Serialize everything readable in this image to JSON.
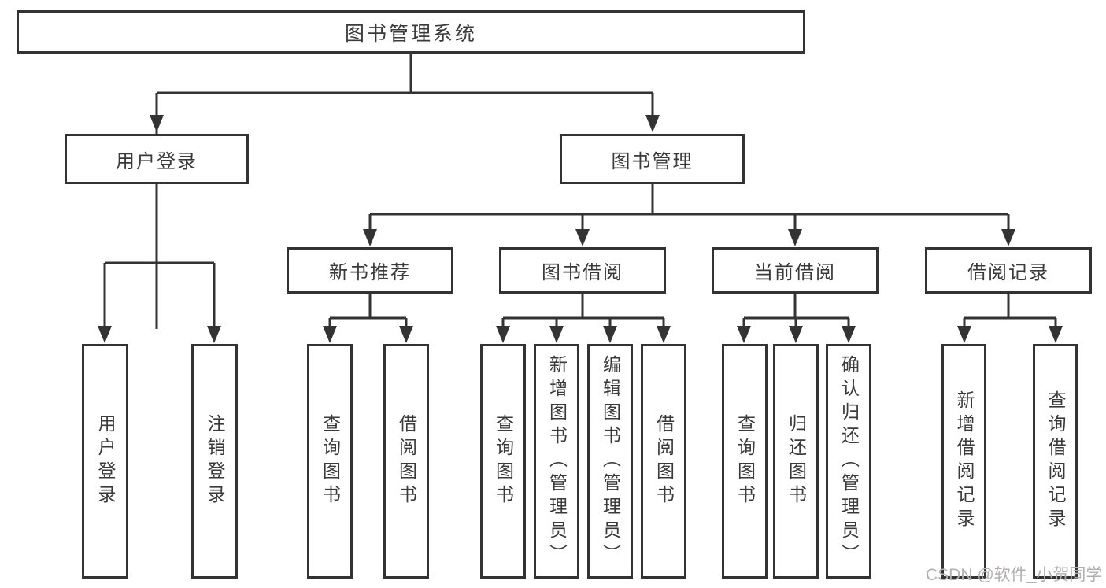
{
  "tree": {
    "label": "图书管理系统",
    "children": [
      {
        "label": "用户登录",
        "children": [
          {
            "label": "用户登录"
          },
          {
            "label": "注销登录"
          }
        ]
      },
      {
        "label": "图书管理",
        "children": [
          {
            "label": "新书推荐",
            "children": [
              {
                "label": "查询图书"
              },
              {
                "label": "借阅图书"
              }
            ]
          },
          {
            "label": "图书借阅",
            "children": [
              {
                "label": "查询图书"
              },
              {
                "label": "新增图书（管理员）"
              },
              {
                "label": "编辑图书（管理员）"
              },
              {
                "label": "借阅图书"
              }
            ]
          },
          {
            "label": "当前借阅",
            "children": [
              {
                "label": "查询图书"
              },
              {
                "label": "归还图书"
              },
              {
                "label": "确认归还（管理员）"
              }
            ]
          },
          {
            "label": "借阅记录",
            "children": [
              {
                "label": "新增借阅记录"
              },
              {
                "label": "查询借阅记录"
              }
            ]
          }
        ]
      }
    ]
  },
  "watermark": {
    "text": "CSDN @软件_小贺同学"
  },
  "colors": {
    "line": "#333333",
    "text": "#3a3a3a",
    "watermark": "#b2afaf",
    "background": "#ffffff"
  }
}
